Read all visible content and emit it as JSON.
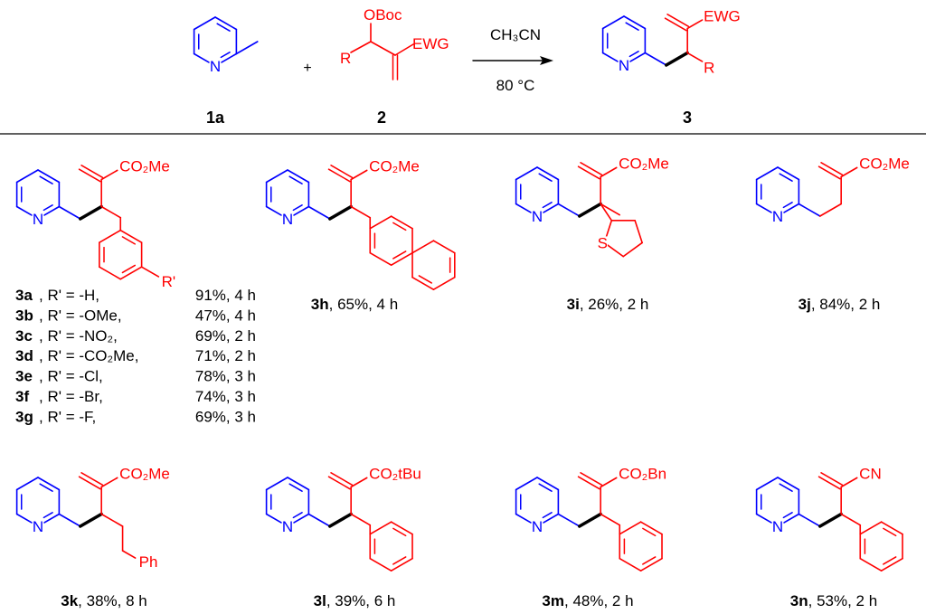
{
  "colors": {
    "pyridine": "#0000ff",
    "substrate": "#ff0000",
    "text": "#000000"
  },
  "scheme": {
    "reactant1": {
      "atom": "N",
      "label": "1a"
    },
    "plus": "+",
    "reactant2": {
      "leaving_group": "OBoc",
      "r": "R",
      "ewg": "EWG",
      "label": "2"
    },
    "conditions": {
      "solvent": "CH₃CN",
      "temperature": "80 °C"
    },
    "product": {
      "atom": "N",
      "ewg": "EWG",
      "r": "R",
      "label": "3"
    }
  },
  "series_3a_g": {
    "ewg": "CO₂Me",
    "substituent": "R'",
    "rows": [
      {
        "id": "3a",
        "desc": ", R' = -H,",
        "result": "91%, 4 h"
      },
      {
        "id": "3b",
        "desc": ", R' = -OMe,",
        "result": "47%, 4 h"
      },
      {
        "id": "3c",
        "desc": ", R' = -NO₂,",
        "result": "69%, 2 h"
      },
      {
        "id": "3d",
        "desc": ", R' = -CO₂Me,",
        "result": "71%, 2 h"
      },
      {
        "id": "3e",
        "desc": ", R' = -Cl,",
        "result": "78%, 3 h"
      },
      {
        "id": "3f",
        "desc": ", R' = -Br,",
        "result": "74%, 3 h"
      },
      {
        "id": "3g",
        "desc": ", R' = -F,",
        "result": "69%, 3 h"
      }
    ]
  },
  "compounds": [
    {
      "id": "3h",
      "ewg": "CO₂Me",
      "result": ", 65%, 4 h"
    },
    {
      "id": "3i",
      "ewg": "CO₂Me",
      "hetero": "S",
      "result": ", 26%, 2 h"
    },
    {
      "id": "3j",
      "ewg": "CO₂Me",
      "result": ", 84%, 2 h"
    },
    {
      "id": "3k",
      "ewg": "CO₂Me",
      "tail": "Ph",
      "result": ", 38%, 8 h"
    },
    {
      "id": "3l",
      "ewg": "CO₂tBu",
      "result": ", 39%, 6 h"
    },
    {
      "id": "3m",
      "ewg": "CO₂Bn",
      "result": ", 48%, 2 h"
    },
    {
      "id": "3n",
      "ewg": "CN",
      "result": ", 53%, 2 h"
    }
  ],
  "atom_n": "N"
}
